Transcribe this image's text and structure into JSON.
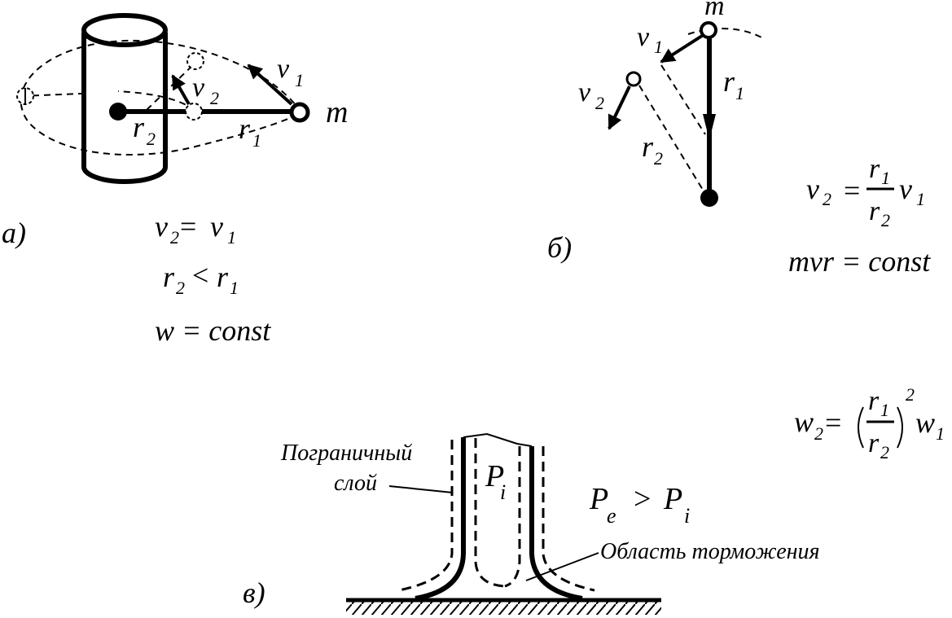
{
  "labels": {
    "panel_a": "а)",
    "panel_b": "б)",
    "panel_c": "в)",
    "m": "m",
    "v": "v",
    "r": "r",
    "w": "w",
    "one": "1",
    "two": "2",
    "P": "P",
    "i": "i",
    "e": "e"
  },
  "equations": {
    "eq_eq": "=",
    "eq_lt": "<",
    "eq_gt": ">",
    "w_const": "w = const",
    "mvr_const": "mvr = const"
  },
  "annotations": {
    "boundary_line1": "Пограничный",
    "boundary_line2": "слой",
    "braking_region": "Область торможения"
  }
}
